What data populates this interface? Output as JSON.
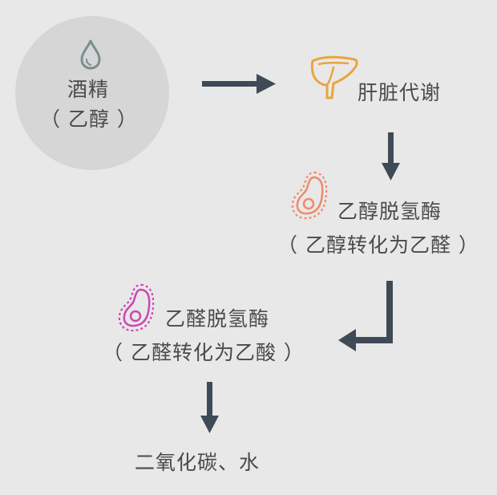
{
  "nodes": {
    "alcohol": {
      "title": "酒精",
      "subtitle": "（ 乙醇 ）",
      "icon": "water-drop-icon"
    },
    "liver": {
      "title": "肝脏代谢",
      "icon": "liver-icon"
    },
    "adh": {
      "title": "乙醇脱氢酶",
      "subtitle": "（ 乙醇转化为乙醛 ）",
      "icon": "cell-icon"
    },
    "aldh": {
      "title": "乙醛脱氢酶",
      "subtitle": "（ 乙醛转化为乙酸 ）",
      "icon": "cell-icon"
    },
    "end": {
      "title": "二氧化碳、水"
    }
  },
  "colors": {
    "background": "#e8e8e8",
    "circle": "#d6d6d6",
    "text": "#4a4a4a",
    "arrow": "#3f4a57",
    "drop_icon": "#7a8e8e",
    "liver_icon": "#e9a53d",
    "adh_icon": "#ef8b6a",
    "aldh_icon": "#cc47b3"
  }
}
